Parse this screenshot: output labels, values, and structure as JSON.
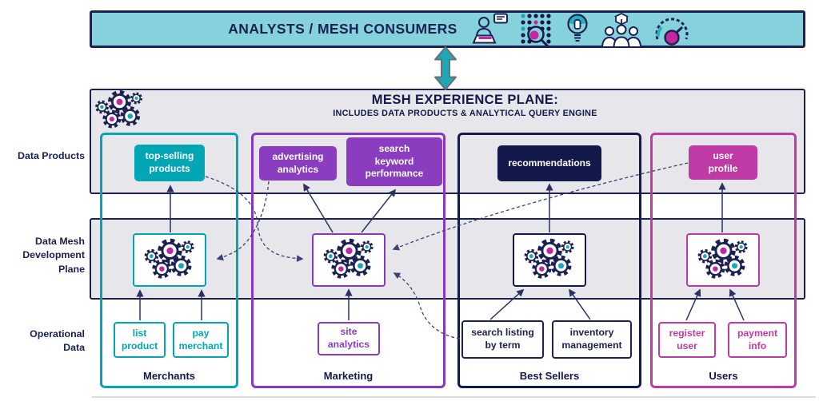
{
  "banner": {
    "title": "ANALYSTS / MESH CONSUMERS",
    "icons": [
      "analyst-at-laptop-icon",
      "data-search-icon",
      "lightbulb-icon",
      "team-product-icon",
      "gauge-icon"
    ]
  },
  "mesh_plane": {
    "title": "MESH EXPERIENCE PLANE:",
    "subtitle": "INCLUDES DATA PRODUCTS & ANALYTICAL QUERY ENGINE"
  },
  "row_labels": {
    "data_products": "Data Products",
    "dev_plane": "Data Mesh Development Plane",
    "operational": "Operational Data"
  },
  "domains": [
    {
      "name": "Merchants",
      "color": "#00a6b4",
      "data_products": [
        "top-selling products"
      ],
      "operational": [
        "list product",
        "pay merchant"
      ]
    },
    {
      "name": "Marketing",
      "color": "#8a3dbe",
      "data_products": [
        "advertising analytics",
        "search keyword performance"
      ],
      "operational": [
        "site analytics"
      ]
    },
    {
      "name": "Best Sellers",
      "color": "#141a4b",
      "data_products": [
        "recommendations"
      ],
      "operational": [
        "search listing by term",
        "inventory management"
      ]
    },
    {
      "name": "Users",
      "color": "#bf3aa4",
      "data_products": [
        "user profile"
      ],
      "operational": [
        "register user",
        "payment info"
      ]
    }
  ],
  "connections": {
    "solid": [
      {
        "from": "list product",
        "to": "Merchants mesh node"
      },
      {
        "from": "pay merchant",
        "to": "Merchants mesh node"
      },
      {
        "from": "Merchants mesh node",
        "to": "top-selling products"
      },
      {
        "from": "site analytics",
        "to": "Marketing mesh node"
      },
      {
        "from": "Marketing mesh node",
        "to": "advertising analytics"
      },
      {
        "from": "Marketing mesh node",
        "to": "search keyword performance"
      },
      {
        "from": "search listing by term",
        "to": "Best Sellers mesh node"
      },
      {
        "from": "inventory management",
        "to": "Best Sellers mesh node"
      },
      {
        "from": "Best Sellers mesh node",
        "to": "recommendations"
      },
      {
        "from": "register user",
        "to": "Users mesh node"
      },
      {
        "from": "payment info",
        "to": "Users mesh node"
      },
      {
        "from": "Users mesh node",
        "to": "user profile"
      }
    ],
    "dashed": [
      {
        "from": "top-selling products",
        "to": "Marketing mesh node"
      },
      {
        "from": "advertising analytics",
        "to": "Merchants mesh node"
      },
      {
        "from": "user profile",
        "to": "Marketing mesh node"
      },
      {
        "from": "search listing by term",
        "to": "Marketing mesh node"
      }
    ]
  },
  "colors": {
    "teal": "#00a6b4",
    "purple": "#8a3dbe",
    "navy": "#141a4b",
    "magenta": "#bf3aa4",
    "banner_bg": "#85d2dc",
    "band_bg": "#e7e6ea",
    "gear_magenta": "#c426a2",
    "gear_teal": "#19a8b6"
  }
}
